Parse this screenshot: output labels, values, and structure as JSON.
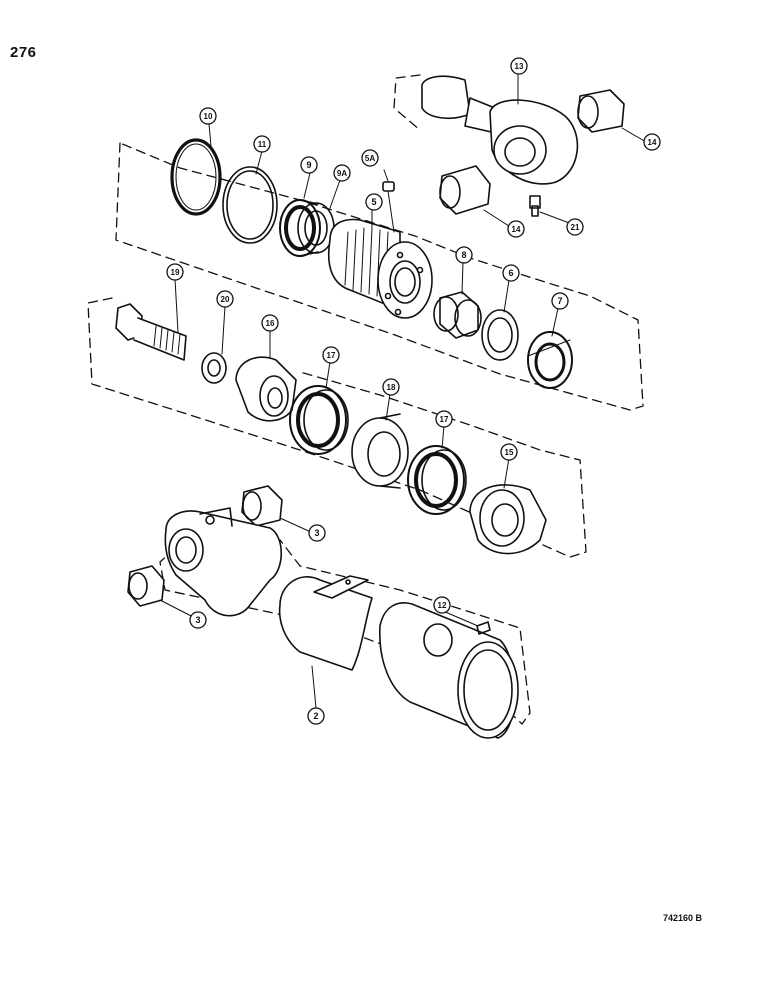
{
  "page_number": "276",
  "drawing_code": "742160 B",
  "callouts": [
    {
      "id": "c2",
      "label": "2"
    },
    {
      "id": "c3a",
      "label": "3"
    },
    {
      "id": "c3b",
      "label": "3"
    },
    {
      "id": "c5",
      "label": "5"
    },
    {
      "id": "c5a",
      "label": "5A"
    },
    {
      "id": "c6",
      "label": "6"
    },
    {
      "id": "c7",
      "label": "7"
    },
    {
      "id": "c8",
      "label": "8"
    },
    {
      "id": "c9",
      "label": "9"
    },
    {
      "id": "c9a",
      "label": "9A"
    },
    {
      "id": "c10",
      "label": "10"
    },
    {
      "id": "c11",
      "label": "11"
    },
    {
      "id": "c12",
      "label": "12"
    },
    {
      "id": "c13",
      "label": "13"
    },
    {
      "id": "c14a",
      "label": "14"
    },
    {
      "id": "c14b",
      "label": "14"
    },
    {
      "id": "c15",
      "label": "15"
    },
    {
      "id": "c16",
      "label": "16"
    },
    {
      "id": "c17a",
      "label": "17"
    },
    {
      "id": "c17b",
      "label": "17"
    },
    {
      "id": "c18",
      "label": "18"
    },
    {
      "id": "c19",
      "label": "19"
    },
    {
      "id": "c20",
      "label": "20"
    },
    {
      "id": "c21",
      "label": "21"
    }
  ]
}
